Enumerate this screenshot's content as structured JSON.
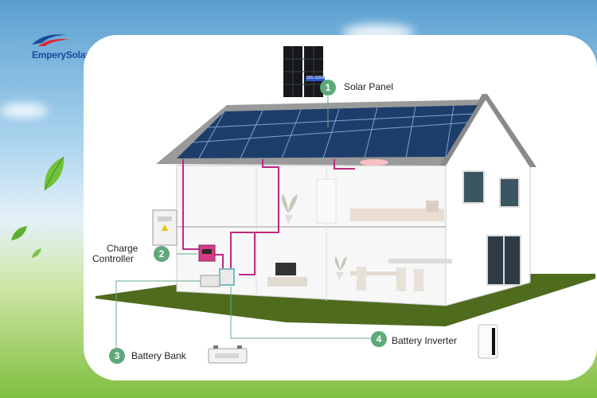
{
  "brand": {
    "name": "EmperySolar"
  },
  "panel_tag": "325-335W",
  "components": [
    {
      "number": "1",
      "label": "Solar Panel"
    },
    {
      "number": "2",
      "label_line1": "Charge",
      "label_line2": "Controller"
    },
    {
      "number": "3",
      "label": "Battery Bank"
    },
    {
      "number": "4",
      "label": "Battery Inverter"
    }
  ]
}
